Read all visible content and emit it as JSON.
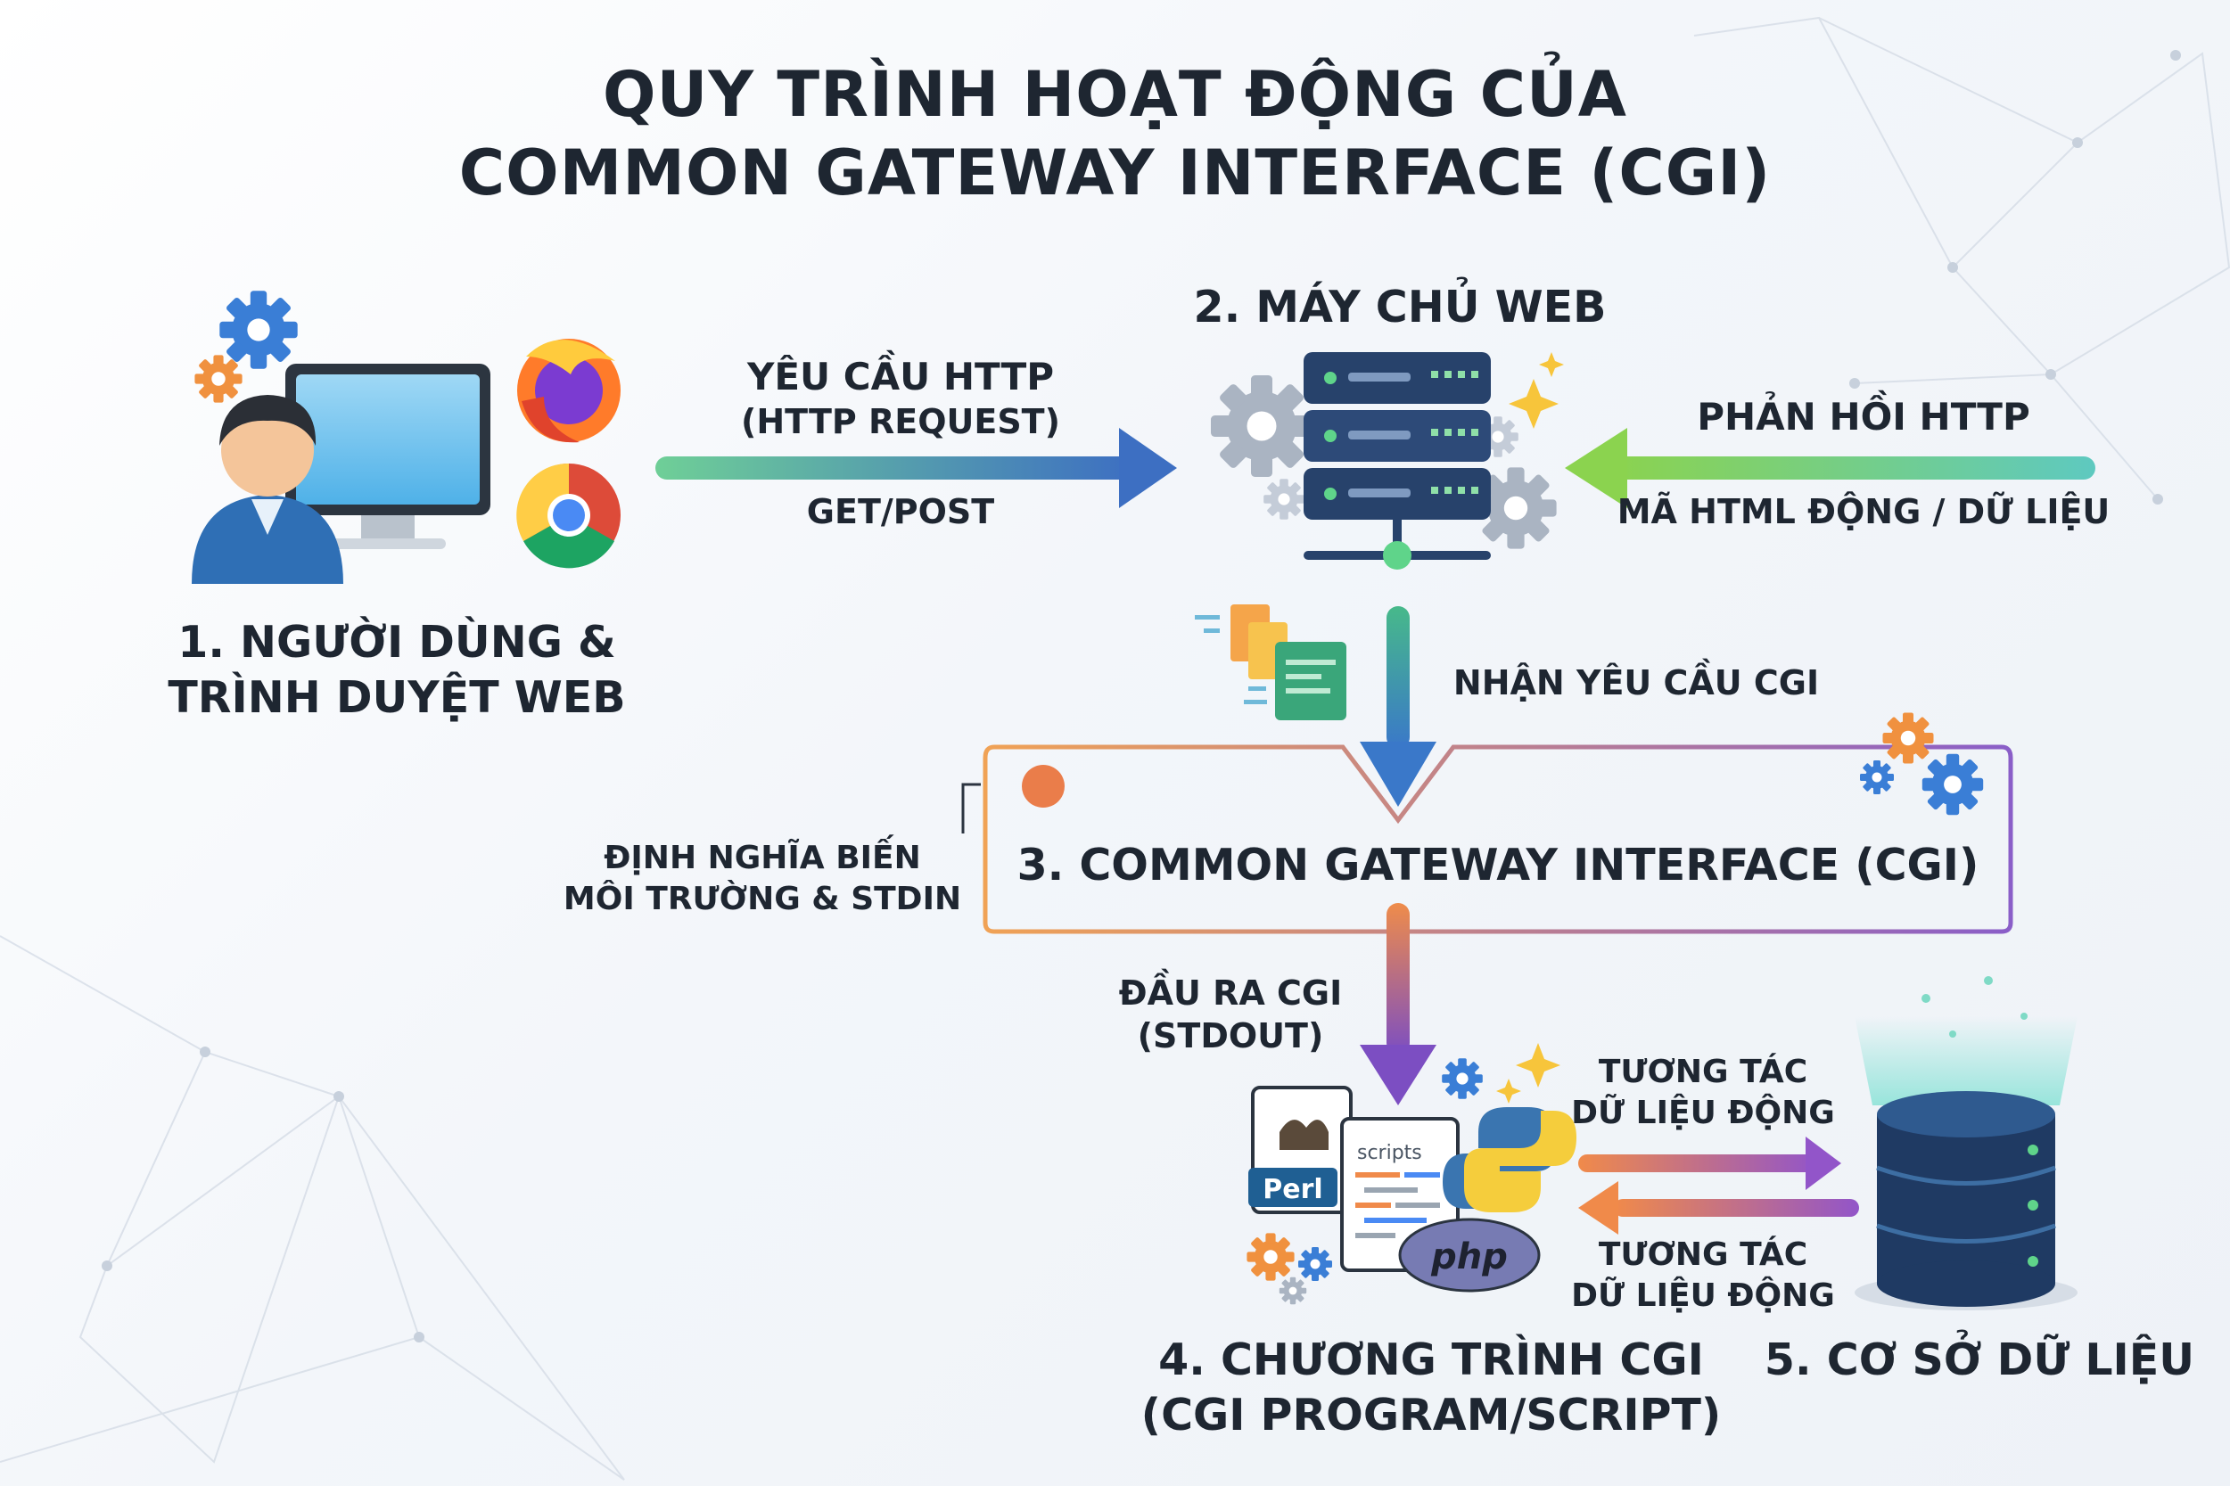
{
  "title": {
    "line1": "QUY TRÌNH HOẠT ĐỘNG CỦA",
    "line2": "COMMON GATEWAY INTERFACE (CGI)"
  },
  "steps": {
    "user": {
      "line1": "1. NGƯỜI DÙNG &",
      "line2": "TRÌNH DUYỆT WEB"
    },
    "server": {
      "label": "2. MÁY CHỦ WEB"
    },
    "cgi": {
      "label": "3. COMMON GATEWAY INTERFACE (CGI)"
    },
    "program": {
      "line1": "4. CHƯƠNG TRÌNH CGI",
      "line2": "(CGI PROGRAM/SCRIPT)"
    },
    "database": {
      "label": "5. CƠ SỞ DỮ LIỆU"
    }
  },
  "flows": {
    "request": {
      "line1": "YÊU CẦU HTTP",
      "line2": "(HTTP REQUEST)",
      "method": "GET/POST"
    },
    "response": {
      "title": "PHẢN HỒI HTTP",
      "detail": "MÃ HTML ĐỘNG / DỮ LIỆU"
    },
    "receive": {
      "label": "NHẬN YÊU CẦU CGI"
    },
    "env": {
      "line1": "ĐỊNH NGHĨA BIẾN",
      "line2": "MÔI TRƯỜNG & STDIN"
    },
    "output": {
      "line1": "ĐẦU RA CGI",
      "line2": "(STDOUT)"
    },
    "interact_out": {
      "line1": "TƯƠNG TÁC",
      "line2": "DỮ LIỆU ĐỘNG"
    },
    "interact_in": {
      "line1": "TƯƠNG TÁC",
      "line2": "DỮ LIỆU ĐỘNG"
    }
  },
  "icons": {
    "user": "user-at-computer-icon",
    "firefox": "firefox-icon",
    "chrome": "chrome-icon",
    "server": "server-rack-icon",
    "documents": "documents-icon",
    "perl": "perl-file-icon",
    "scripts": "scripts-file-icon",
    "python": "python-icon",
    "php": "php-icon",
    "database": "database-icon",
    "gears": "gear-icon"
  },
  "badges": {
    "perl": "Perl",
    "scripts": "scripts",
    "php": "php"
  },
  "colors": {
    "text": "#1e2631",
    "request_start": "#6fcf97",
    "request_end": "#3d6fc2",
    "response_start": "#5ec9c0",
    "response_end": "#8bd34f",
    "down_start": "#47b98a",
    "down_end": "#3a78c9",
    "cgi_border_start": "#f0a255",
    "cgi_border_end": "#8a5ec8",
    "output_start": "#ef8c4a",
    "output_end": "#7c4ec2",
    "server": "#27426b",
    "database": "#1f3a63"
  }
}
